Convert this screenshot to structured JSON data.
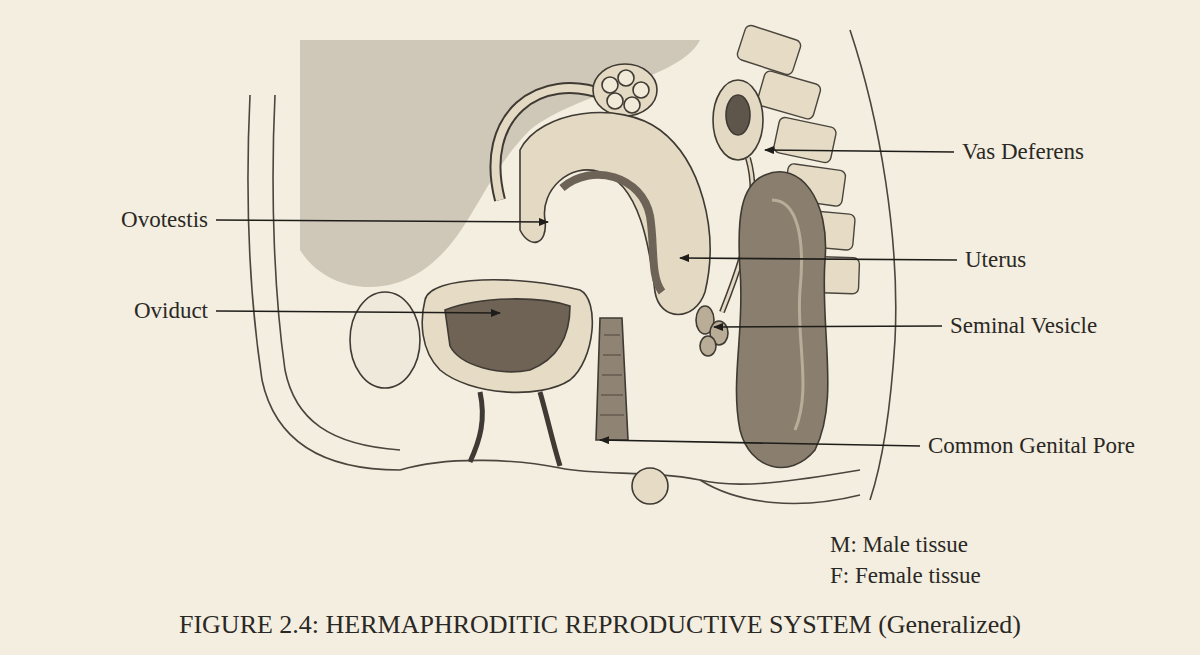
{
  "diagram": {
    "caption": "FIGURE 2.4: HERMAPHRODITIC REPRODUCTIVE SYSTEM (Generalized)",
    "labels": [
      "Ovotestis",
      "Oviduct",
      "Vas Deferens",
      "Uterus",
      "Seminal Vesicle",
      "Common Genital Pore",
      "M: Male tissue",
      "F: Female tissue"
    ]
  }
}
